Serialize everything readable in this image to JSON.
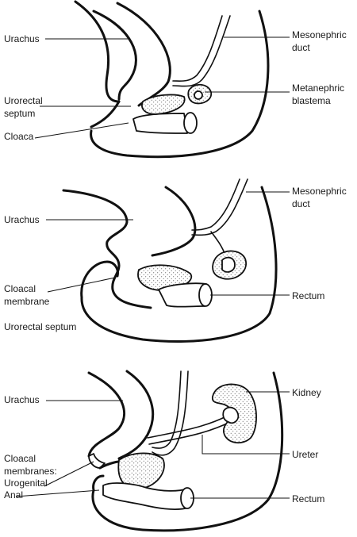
{
  "panels": [
    {
      "labels": {
        "urachus": "Urachus",
        "urorectal_septum_1": "Urorectal",
        "urorectal_septum_2": "septum",
        "cloaca": "Cloaca",
        "mesonephric_duct_1": "Mesonephric",
        "mesonephric_duct_2": "duct",
        "metanephric_blastema_1": "Metanephric",
        "metanephric_blastema_2": "blastema"
      }
    },
    {
      "labels": {
        "urachus": "Urachus",
        "mesonephric_duct_1": "Mesonephric",
        "mesonephric_duct_2": "duct",
        "cloacal_membrane_1": "Cloacal",
        "cloacal_membrane_2": "membrane",
        "rectum": "Rectum",
        "urorectal_septum": "Urorectal septum"
      }
    },
    {
      "labels": {
        "urachus": "Urachus",
        "kidney": "Kidney",
        "ureter": "Ureter",
        "cloacal_membranes_1": "Cloacal",
        "cloacal_membranes_2": "membranes:",
        "urogenital": "Urogenital",
        "anal": "Anal",
        "rectum": "Rectum"
      }
    }
  ]
}
